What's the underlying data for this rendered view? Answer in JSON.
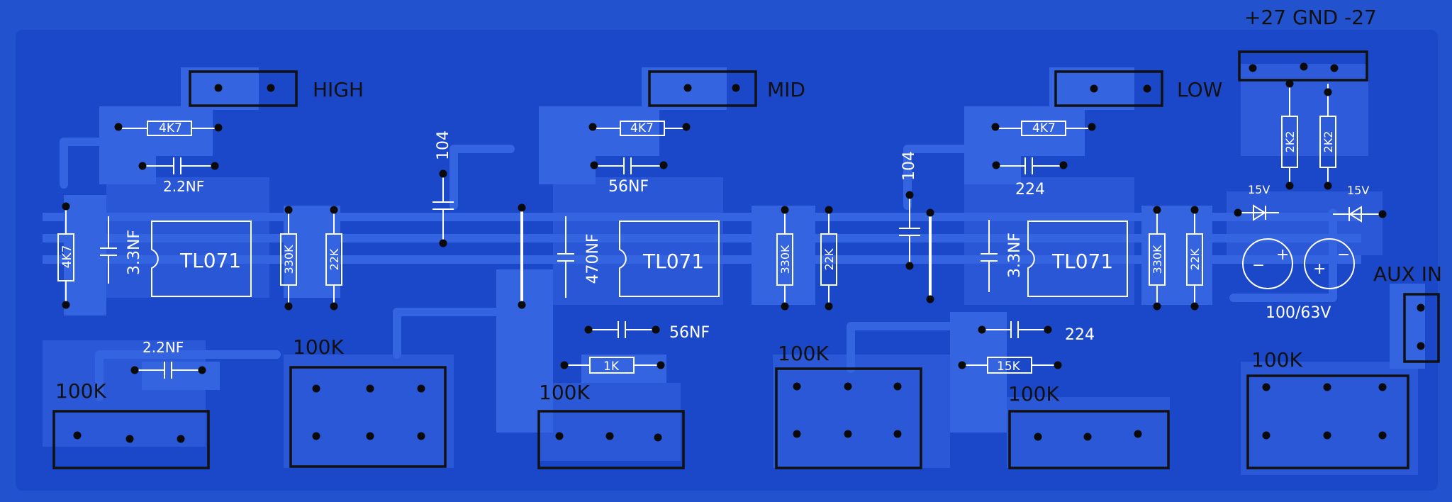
{
  "header": {
    "power_label": "+27 GND -27"
  },
  "sections": {
    "high": "HIGH",
    "mid": "MID",
    "low": "LOW",
    "aux": "AUX IN"
  },
  "components": {
    "r_4k7": "4K7",
    "r_330k": "330K",
    "r_22k": "22K",
    "r_1k": "1K",
    "r_15k": "15K",
    "r_2k2": "2K2",
    "c_2_2nf": "2.2NF",
    "c_3_3nf": "3.3NF",
    "c_104": "104",
    "c_56nf": "56NF",
    "c_470nf": "470NF",
    "c_224": "224",
    "ic": "TL071",
    "zener": "15V",
    "cap_elec": "100/63V",
    "pot": "100K"
  },
  "colors": {
    "board": "#1b47c9",
    "background": "#2352cf",
    "trace": "#3564e0",
    "silkscreen": "#ffffff",
    "outline": "#111111"
  }
}
